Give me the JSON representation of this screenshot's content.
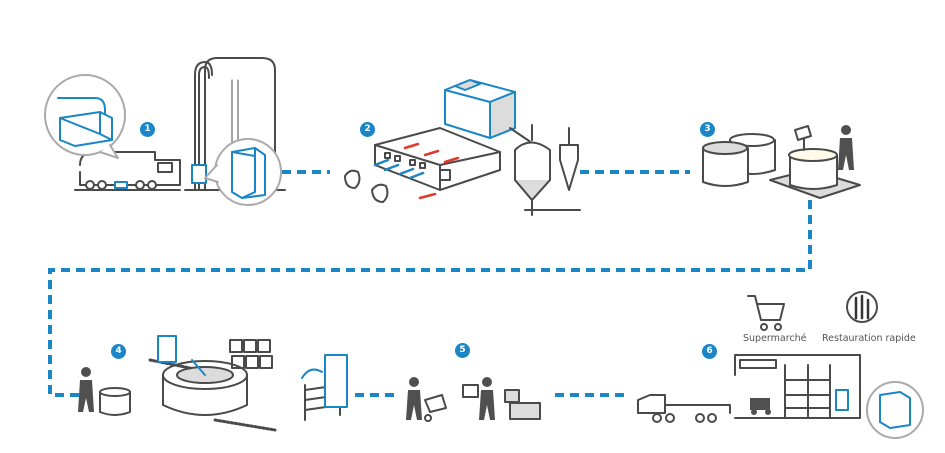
{
  "diagram": {
    "title": "Cold chain process flow",
    "colors": {
      "accent": "#1a86c6",
      "line": "#4a4a4a",
      "hot": "#e03a2f",
      "fill": "#dcdcdc",
      "person": "#505050"
    },
    "steps": [
      {
        "number": "1",
        "name": "milk-collection"
      },
      {
        "number": "2",
        "name": "poultry-processing-drying"
      },
      {
        "number": "3",
        "name": "vats-weighing"
      },
      {
        "number": "4",
        "name": "spiral-freezing-racking"
      },
      {
        "number": "5",
        "name": "handling-packing"
      },
      {
        "number": "6",
        "name": "distribution-warehouse"
      }
    ],
    "destinations": [
      {
        "label": "Supermarché",
        "icon": "shopping-cart-icon"
      },
      {
        "label": "Restauration rapide",
        "icon": "fork-knife-spoon-icon"
      }
    ]
  }
}
